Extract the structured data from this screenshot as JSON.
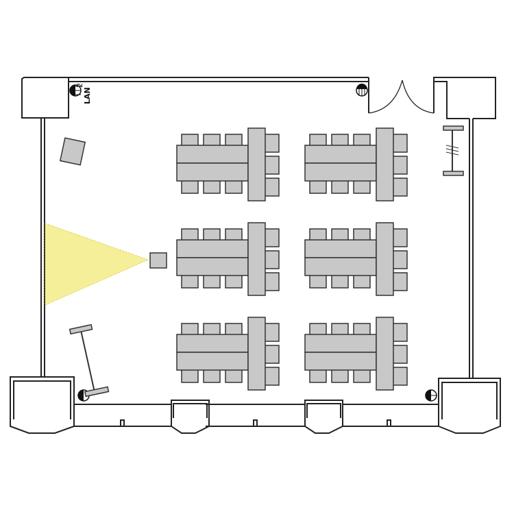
{
  "labels": {
    "lan": "LAN",
    "lan_number": "2"
  },
  "colors": {
    "furniture": "#c8c8c8",
    "projection": "#f5ef9a",
    "wall": "#222222"
  },
  "layout": {
    "table_rows": 3,
    "table_columns": 2,
    "chairs_per_side": 3,
    "head_chairs": 3
  }
}
